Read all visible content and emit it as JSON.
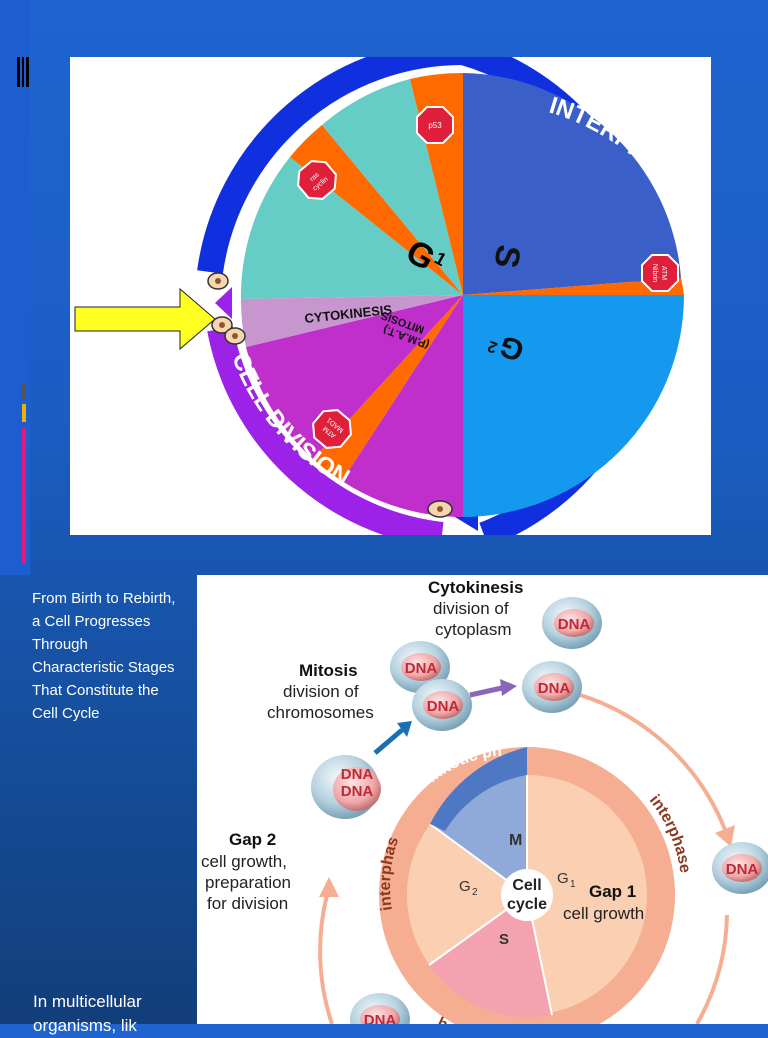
{
  "caption": "From Birth to Rebirth, a Cell Progresses Through Characteristic Stages That Constitute the Cell Cycle",
  "caption2": "In multicellular organisms, lik",
  "top_diagram": {
    "interphase": "INTERPHASE",
    "cell_division": "CELL DIVISION",
    "cytokinesis": "CYTOKINESIS",
    "mitosis": "MITOSIS",
    "pmat": "(P.M.A.T.)",
    "g1": "G",
    "g1_sub": "1",
    "s": "S",
    "g2": "G",
    "g2_sub": "2",
    "stop_p53": "p53",
    "stop_ras": "ras",
    "stop_cyclin": "cyclin",
    "stop_atm_right_1": "ATM",
    "stop_atm_right_2": "Nibrin",
    "stop_atm_left_1": "ATM",
    "stop_atm_left_2": "MAD1"
  },
  "bottom_diagram": {
    "cytokinesis_title": "Cytokinesis",
    "cytokinesis_desc1": "division of",
    "cytokinesis_desc2": "cytoplasm",
    "mitosis_title": "Mitosis",
    "mitosis_desc1": "division of",
    "mitosis_desc2": "chromosomes",
    "gap2_title": "Gap 2",
    "gap2_desc1": "cell growth,",
    "gap2_desc2": "preparation",
    "gap2_desc3": "for division",
    "gap1_title": "Gap 1",
    "gap1_desc": "cell growth",
    "mitotic_phase": "mitotic ph",
    "interphase_left": "interphas",
    "interphase_right": "interphase",
    "interphase_bottom": "ha",
    "m": "M",
    "g1": "G",
    "g1_sub": "1",
    "g2": "G",
    "g2_sub": "2",
    "s": "S",
    "cell": "Cell",
    "cycle": "cycle",
    "dna": "DNA"
  },
  "colors": {
    "interphase_ring": "#1030e0",
    "division_ring": "#9b22e6",
    "s_phase": "#3a5fc8",
    "g2_phase": "#1499ee",
    "g1_phase": "#66cdc6",
    "checkpoint": "#ff6a00",
    "mitosis": "#c02fcc",
    "cytokinesis": "#c896cf",
    "arrow": "#ffff22",
    "stop": "#e0203a",
    "outer_ring": "#f6ae93",
    "inner_disc": "#fbcfb2",
    "mitotic_wedge": "#8fa9d8",
    "s_wedge": "#f4a2b0"
  }
}
